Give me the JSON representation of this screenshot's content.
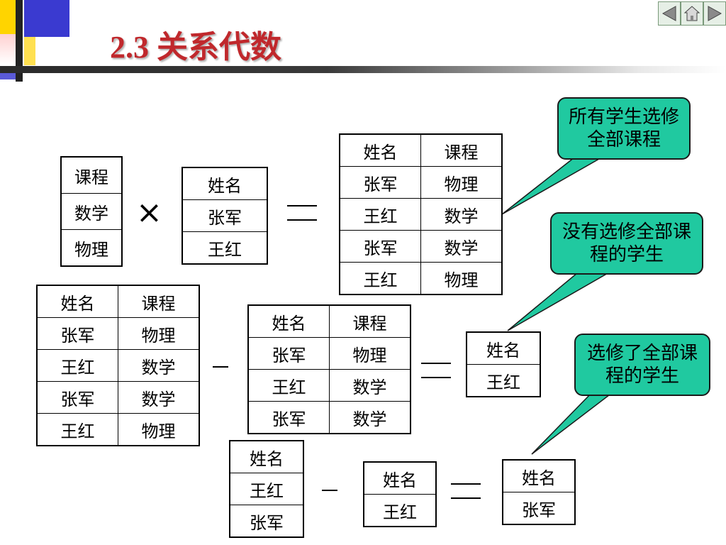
{
  "title": "2.3 关系代数",
  "nav": {
    "prev_icon": "triangle-left-icon",
    "home_icon": "home-icon",
    "next_icon": "triangle-right-icon"
  },
  "colors": {
    "title": "#c0282c",
    "callout_fill": "#20c9a0",
    "corner_yellow": "#ffd400",
    "corner_blue": "#3a3ad0"
  },
  "operators": {
    "times": "×",
    "equals": "=",
    "minus": "−"
  },
  "tables": {
    "course": [
      [
        "课程"
      ],
      [
        "数学"
      ],
      [
        "物理"
      ]
    ],
    "students": [
      [
        "姓名"
      ],
      [
        "张军"
      ],
      [
        "王红"
      ]
    ],
    "product": [
      [
        "姓名",
        "课程"
      ],
      [
        "张军",
        "物理"
      ],
      [
        "王红",
        "数学"
      ],
      [
        "张军",
        "数学"
      ],
      [
        "王红",
        "物理"
      ]
    ],
    "product_copy": [
      [
        "姓名",
        "课程"
      ],
      [
        "张军",
        "物理"
      ],
      [
        "王红",
        "数学"
      ],
      [
        "张军",
        "数学"
      ],
      [
        "王红",
        "物理"
      ]
    ],
    "enrollment": [
      [
        "姓名",
        "课程"
      ],
      [
        "张军",
        "物理"
      ],
      [
        "王红",
        "数学"
      ],
      [
        "张军",
        "数学"
      ]
    ],
    "not_all_result": [
      [
        "姓名"
      ],
      [
        "王红"
      ]
    ],
    "all_names": [
      [
        "姓名"
      ],
      [
        "王红"
      ],
      [
        "张军"
      ]
    ],
    "not_all_names": [
      [
        "姓名"
      ],
      [
        "王红"
      ]
    ],
    "final_result": [
      [
        "姓名"
      ],
      [
        "张军"
      ]
    ]
  },
  "callouts": {
    "all_pairs": "所有学生选修全部课程",
    "not_all": "没有选修全部课程的学生",
    "all_selected": "选修了全部课程的学生"
  }
}
